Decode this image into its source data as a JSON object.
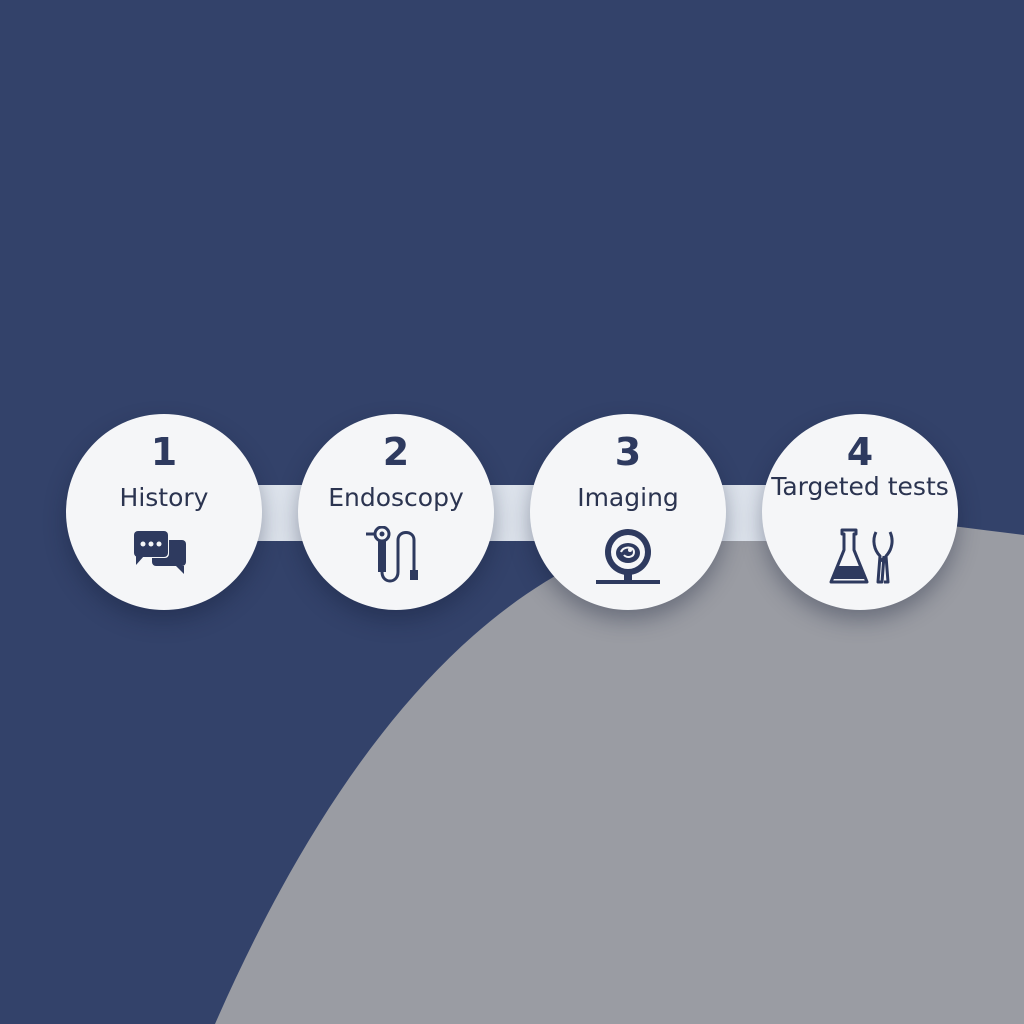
{
  "steps": [
    {
      "number": "1",
      "label": "History",
      "icon": "chat-bubbles-icon"
    },
    {
      "number": "2",
      "label": "Endoscopy",
      "icon": "endoscope-icon"
    },
    {
      "number": "3",
      "label": "Imaging",
      "icon": "scanner-icon"
    },
    {
      "number": "4",
      "label": "Targeted tests",
      "icon": "flask-forceps-icon"
    }
  ],
  "colors": {
    "background": "#33426a",
    "accent_shape": "#9a9ca3",
    "circle": "#f5f6f8",
    "connector": "#dde3ec",
    "icon": "#2e3a5f"
  }
}
